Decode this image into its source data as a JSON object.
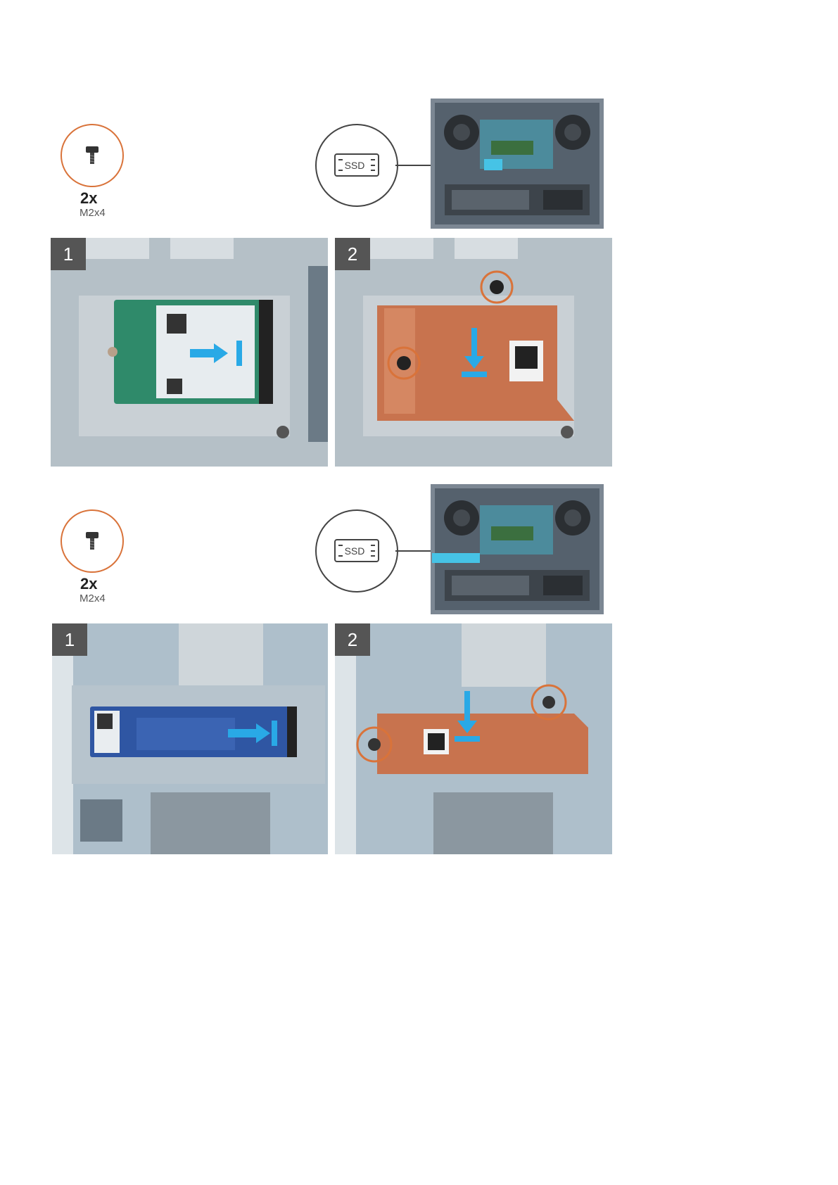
{
  "sections": [
    {
      "screw": {
        "count": "2x",
        "size": "M2x4"
      },
      "callout": {
        "label": "SSD"
      },
      "steps": [
        {
          "number": "1"
        },
        {
          "number": "2"
        }
      ]
    },
    {
      "screw": {
        "count": "2x",
        "size": "M2x4"
      },
      "callout": {
        "label": "SSD"
      },
      "steps": [
        {
          "number": "1"
        },
        {
          "number": "2"
        }
      ]
    }
  ],
  "colors": {
    "accent_orange": "#d9733a",
    "arrow_blue": "#29a9e6",
    "copper": "#c8734e",
    "board": "#b6c0c8"
  }
}
